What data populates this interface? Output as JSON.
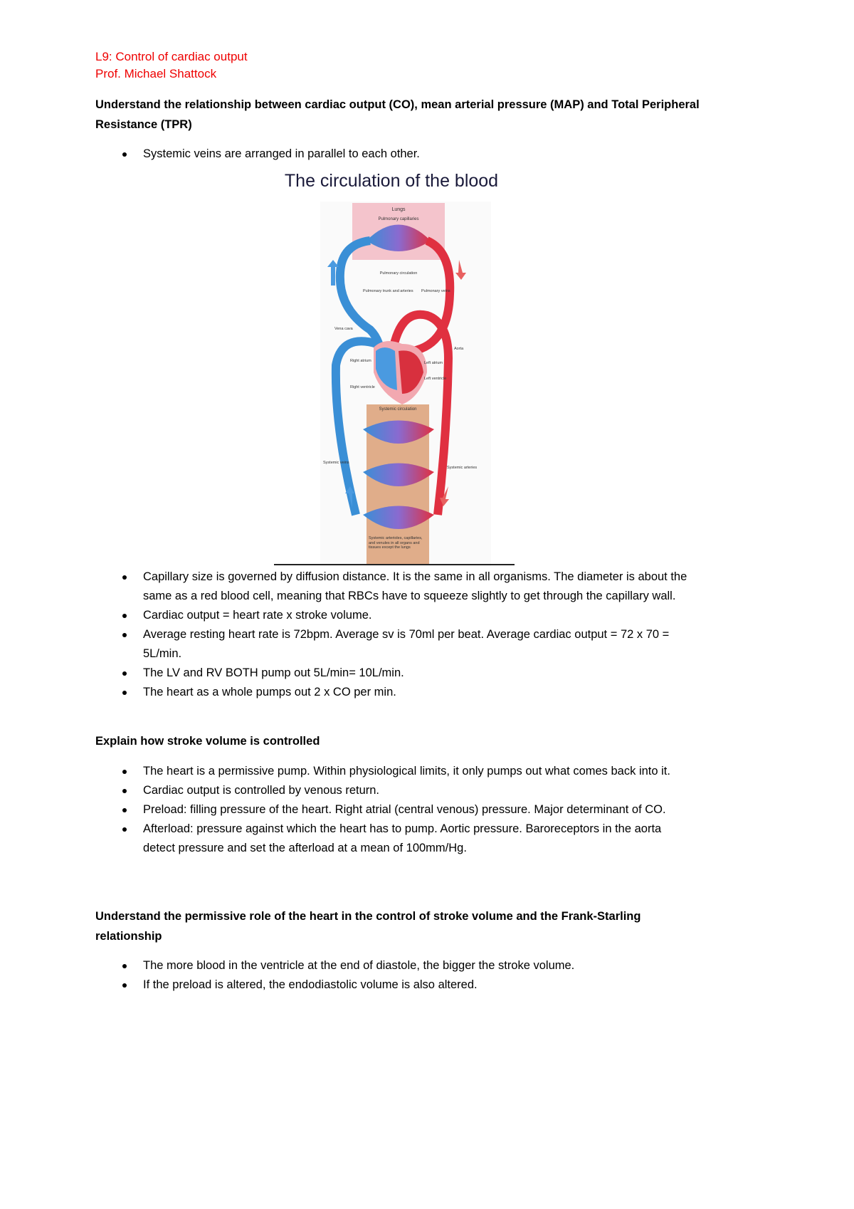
{
  "header": {
    "title": "L9: Control of cardiac output",
    "author": "Prof. Michael Shattock"
  },
  "sections": [
    {
      "heading": "Understand the relationship between cardiac output (CO), mean arterial pressure (MAP) and Total Peripheral Resistance (TPR)",
      "bullets_before_figure": [
        "Systemic veins are arranged in parallel to each other."
      ],
      "figure": {
        "title": "The circulation of the blood",
        "labels": {
          "lungs": "Lungs",
          "pulmonary_capillaries": "Pulmonary capillaries",
          "pulmonary_circulation": "Pulmonary circulation",
          "pulmonary_trunk": "Pulmonary trunk and arteries",
          "pulmonary_veins": "Pulmonary veins",
          "vena_cava": "Vena cava",
          "aorta": "Aorta",
          "right_atrium": "Right atrium",
          "right_ventricle": "Right ventricle",
          "left_atrium": "Left atrium",
          "left_ventricle": "Left ventricle",
          "systemic_circulation": "Systemic circulation",
          "systemic_veins": "Systemic veins",
          "systemic_arteries": "Systemic arteries",
          "systemic_beds": "Systemic arterioles, capillaries, and venules in all organs and tissues except the lungs"
        }
      },
      "bullets": [
        "Capillary size is governed by diffusion distance. It is the same in all organisms. The diameter is about the same as a red blood cell, meaning that RBCs have to squeeze slightly to get through the capillary wall.",
        "Cardiac output = heart rate x stroke volume.",
        "Average resting heart rate is 72bpm. Average sv is 70ml per beat. Average cardiac output = 72 x 70 = 5L/min.",
        "The LV and RV BOTH pump out 5L/min= 10L/min.",
        "The heart as a whole pumps out 2 x CO per min."
      ]
    },
    {
      "heading": "Explain how stroke volume is controlled",
      "bullets": [
        "The heart is a permissive pump. Within physiological limits, it only pumps out what comes back into it.",
        "Cardiac output is controlled by venous return.",
        "Preload: filling pressure of the heart. Right atrial (central venous) pressure. Major determinant of CO.",
        "Afterload: pressure against which the heart has to pump. Aortic pressure. Baroreceptors in the aorta detect pressure and set the afterload at a mean of 100mm/Hg."
      ]
    },
    {
      "heading": "Understand the permissive role of the heart in the control of stroke volume and the Frank-Starling relationship",
      "bullets": [
        "The more blood in the ventricle at the end of diastole, the bigger the stroke volume.",
        "If the preload is altered, the endodiastolic volume is also altered."
      ]
    }
  ],
  "colors": {
    "title_red": "#ee0000",
    "venous_blue": "#3a8fd6",
    "arterial_red": "#e03040",
    "lung_pink": "#f4c4cc",
    "systemic_tan": "#e0ad8a"
  }
}
